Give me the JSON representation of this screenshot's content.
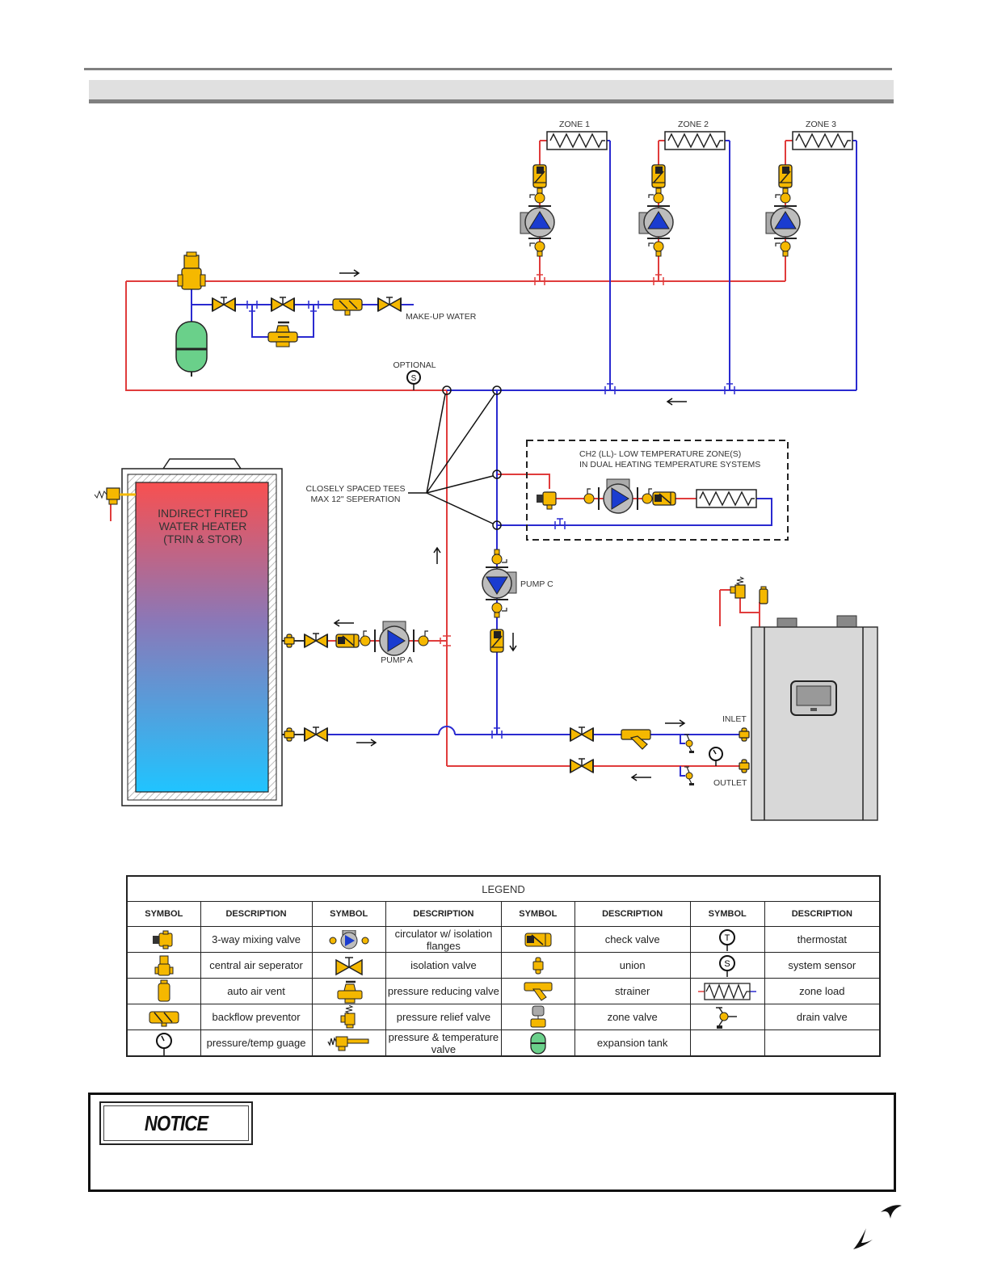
{
  "diagram": {
    "zones": [
      {
        "label": "ZONE 1"
      },
      {
        "label": "ZONE 2"
      },
      {
        "label": "ZONE 3"
      }
    ],
    "labels": {
      "make_up_water": "MAKE-UP WATER",
      "optional": "OPTIONAL",
      "closely_spaced_line1": "CLOSELY SPACED TEES",
      "closely_spaced_line2": "MAX 12\" SEPERATION",
      "ch2_line1": "CH2 (LL)- LOW TEMPERATURE ZONE(S)",
      "ch2_line2": "IN DUAL HEATING TEMPERATURE SYSTEMS",
      "heater_line1": "INDIRECT FIRED",
      "heater_line2": "WATER HEATER",
      "heater_line3": "(TRIN & STOR)",
      "pump_a": "PUMP A",
      "pump_c": "PUMP C",
      "inlet": "INLET",
      "outlet": "OUTLET",
      "sensor_letter": "S"
    },
    "colors": {
      "supply": "#e03c3c",
      "return": "#2a2ad0",
      "fitting": "#f5b800",
      "tank": "#6ad08a",
      "boiler": "#d8d8d8"
    }
  },
  "legend": {
    "title": "LEGEND",
    "headers": {
      "symbol": "SYMBOL",
      "description": "DESCRIPTION"
    },
    "rows": [
      [
        {
          "icon": "3-way-mixing-valve-icon",
          "desc": "3-way mixing valve"
        },
        {
          "icon": "circulator-icon",
          "desc": "circulator w/ isolation flanges"
        },
        {
          "icon": "check-valve-icon",
          "desc": "check valve"
        },
        {
          "icon": "thermostat-icon",
          "desc": "thermostat"
        }
      ],
      [
        {
          "icon": "central-air-separator-icon",
          "desc": "central air seperator"
        },
        {
          "icon": "isolation-valve-icon",
          "desc": "isolation valve"
        },
        {
          "icon": "union-icon",
          "desc": "union"
        },
        {
          "icon": "system-sensor-icon",
          "desc": "system sensor"
        }
      ],
      [
        {
          "icon": "auto-air-vent-icon",
          "desc": "auto air vent"
        },
        {
          "icon": "pressure-reducing-valve-icon",
          "desc": "pressure reducing valve"
        },
        {
          "icon": "strainer-icon",
          "desc": "strainer"
        },
        {
          "icon": "zone-load-icon",
          "desc": "zone load"
        }
      ],
      [
        {
          "icon": "backflow-preventor-icon",
          "desc": "backflow preventor"
        },
        {
          "icon": "pressure-relief-valve-icon",
          "desc": "pressure relief valve"
        },
        {
          "icon": "zone-valve-icon",
          "desc": "zone valve"
        },
        {
          "icon": "drain-valve-icon",
          "desc": "drain valve"
        }
      ],
      [
        {
          "icon": "pressure-temp-gauge-icon",
          "desc": "pressure/temp guage"
        },
        {
          "icon": "pressure-temperature-valve-icon",
          "desc": "pressure & temperature valve"
        },
        {
          "icon": "expansion-tank-icon",
          "desc": "expansion tank"
        },
        {
          "icon": "",
          "desc": ""
        }
      ]
    ]
  },
  "notice": {
    "label": "NOTICE"
  }
}
